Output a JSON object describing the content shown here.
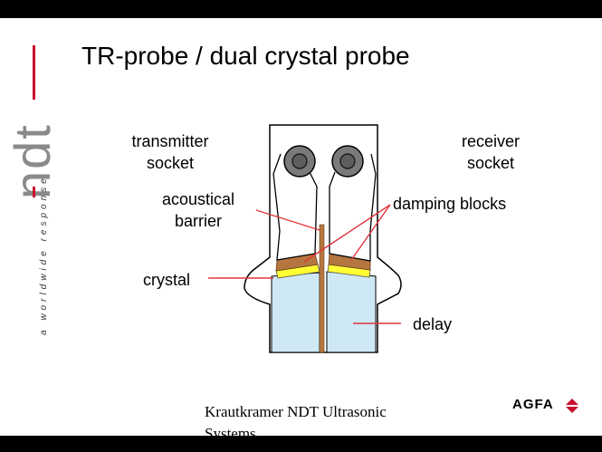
{
  "title": "TR-probe / dual crystal probe",
  "brand": {
    "logo_text": "ndt",
    "tagline": "a worldwide response"
  },
  "labels": {
    "transmitter_socket": "transmitter socket",
    "receiver_socket": "receiver socket",
    "acoustical_barrier": "acoustical barrier",
    "damping_blocks": "damping blocks",
    "crystal": "crystal",
    "delay": "delay"
  },
  "footer": {
    "text": "Krautkramer NDT Ultrasonic Systems",
    "partner_logo": "AGFA"
  },
  "colors": {
    "delay_fill": "#cfe8f6",
    "crystal_fill": "#ffff33",
    "damping_fill": "#b5763f",
    "barrier_fill": "#b5763f",
    "leader_lines": "#e0363c",
    "brand_red": "#c8102e"
  }
}
